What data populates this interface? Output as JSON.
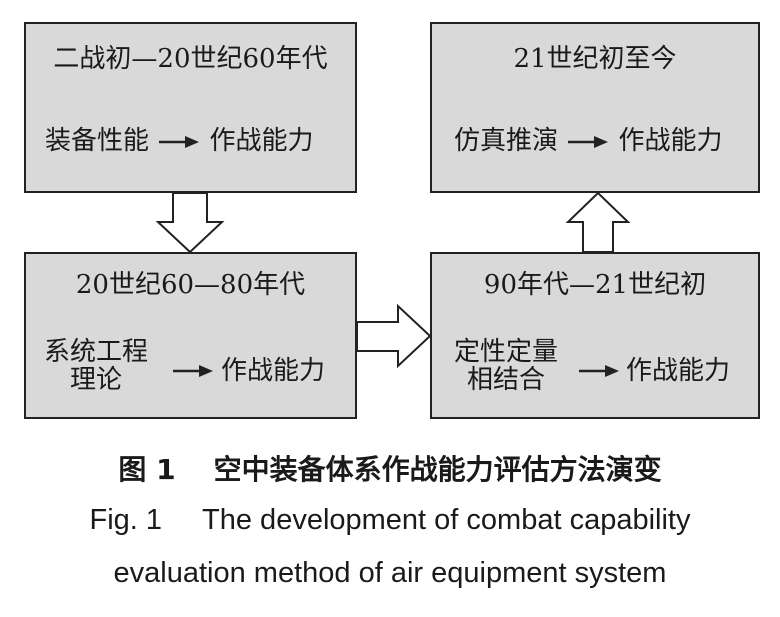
{
  "boxes": {
    "b1": {
      "period": "二战初—20世纪60年代",
      "method": "装备性能",
      "result": "作战能力"
    },
    "b2": {
      "period": "20世纪60—80年代",
      "method_l1": "系统工程",
      "method_l2": "理论",
      "result": "作战能力"
    },
    "b3": {
      "period": "90年代—21世纪初",
      "method_l1": "定性定量",
      "method_l2": "相结合",
      "result": "作战能力"
    },
    "b4": {
      "period": "21世纪初至今",
      "method": "仿真推演",
      "result": "作战能力"
    }
  },
  "caption": {
    "cn_label": "图 1",
    "cn_title": "空中装备体系作战能力评估方法演变",
    "en_label": "Fig. 1",
    "en_line1": "The development of combat capability",
    "en_line2": "evaluation method of air equipment system"
  },
  "colors": {
    "box_fill": "#d9d9d9",
    "border": "#222222",
    "text": "#1a1a1a"
  }
}
